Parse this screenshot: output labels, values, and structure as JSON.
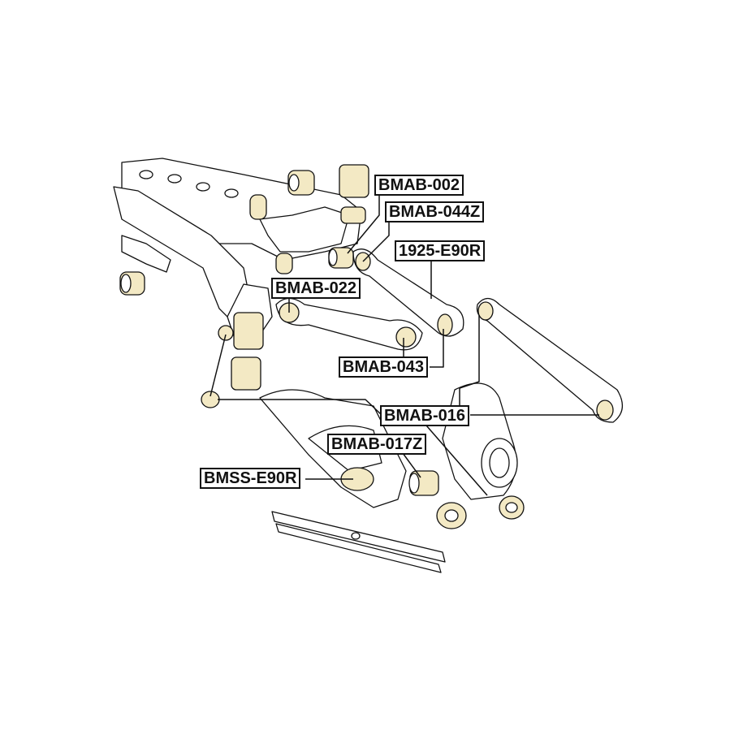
{
  "diagram": {
    "labels": {
      "bmab_002": "BMAB-002",
      "bmab_044z": "BMAB-044Z",
      "e90r_1925": "1925-E90R",
      "bmab_022": "BMAB-022",
      "bmab_043": "BMAB-043",
      "bmab_016": "BMAB-016",
      "bmab_017z": "BMAB-017Z",
      "bmss_e90r": "BMSS-E90R"
    },
    "colors": {
      "line": "#111111",
      "bushing_fill": "#f3e9c4",
      "part_fill": "#ffffff"
    }
  }
}
